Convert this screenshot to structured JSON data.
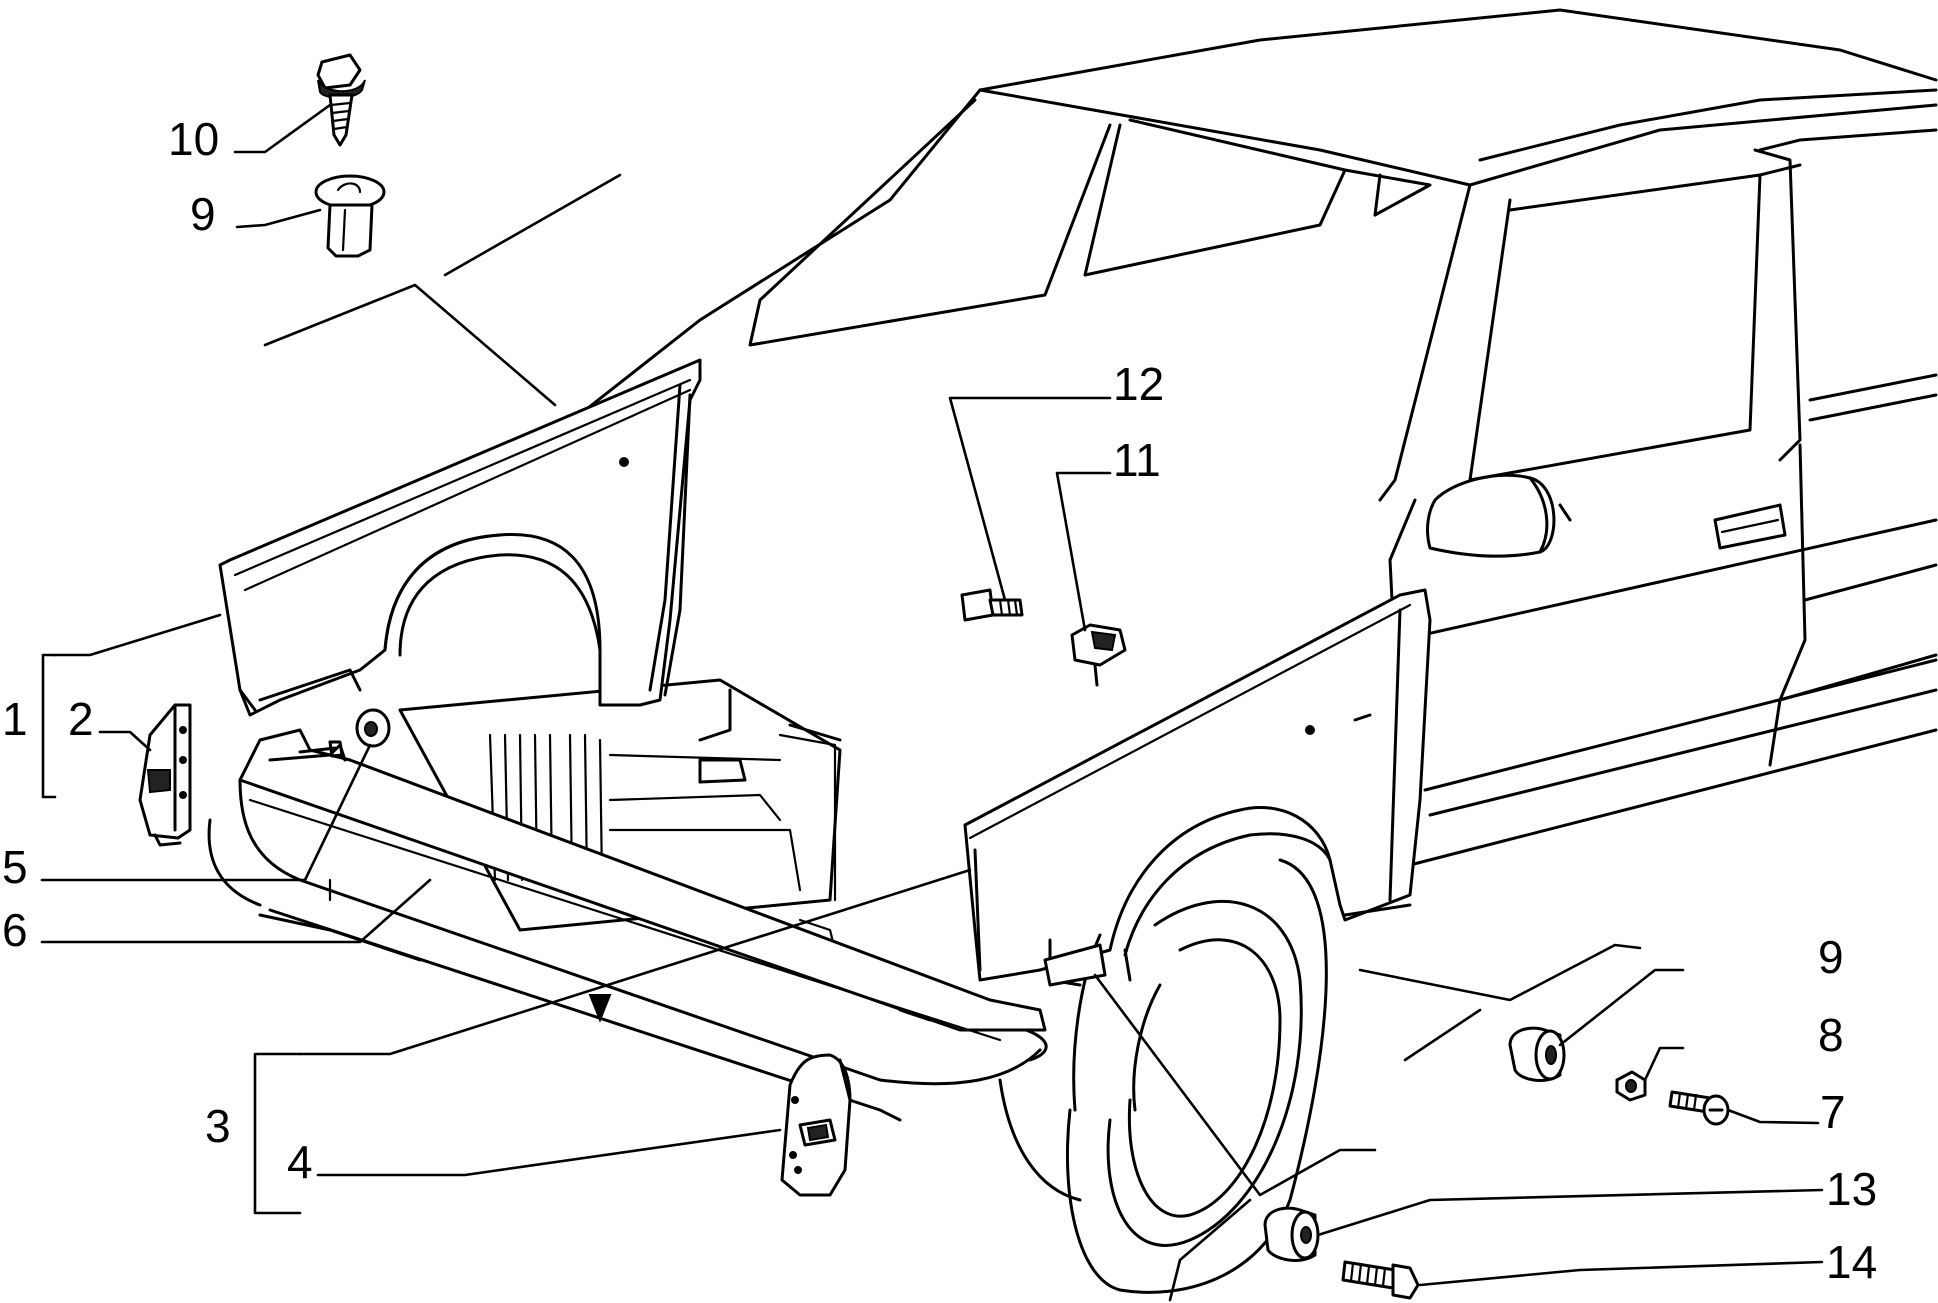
{
  "callouts": {
    "c1": "1",
    "c2": "2",
    "c3": "3",
    "c4": "4",
    "c5": "5",
    "c6": "6",
    "c7": "7",
    "c8": "8",
    "c9_top": "9",
    "c9_right": "9",
    "c10": "10",
    "c11": "11",
    "c12": "12",
    "c13": "13",
    "c14": "14"
  }
}
